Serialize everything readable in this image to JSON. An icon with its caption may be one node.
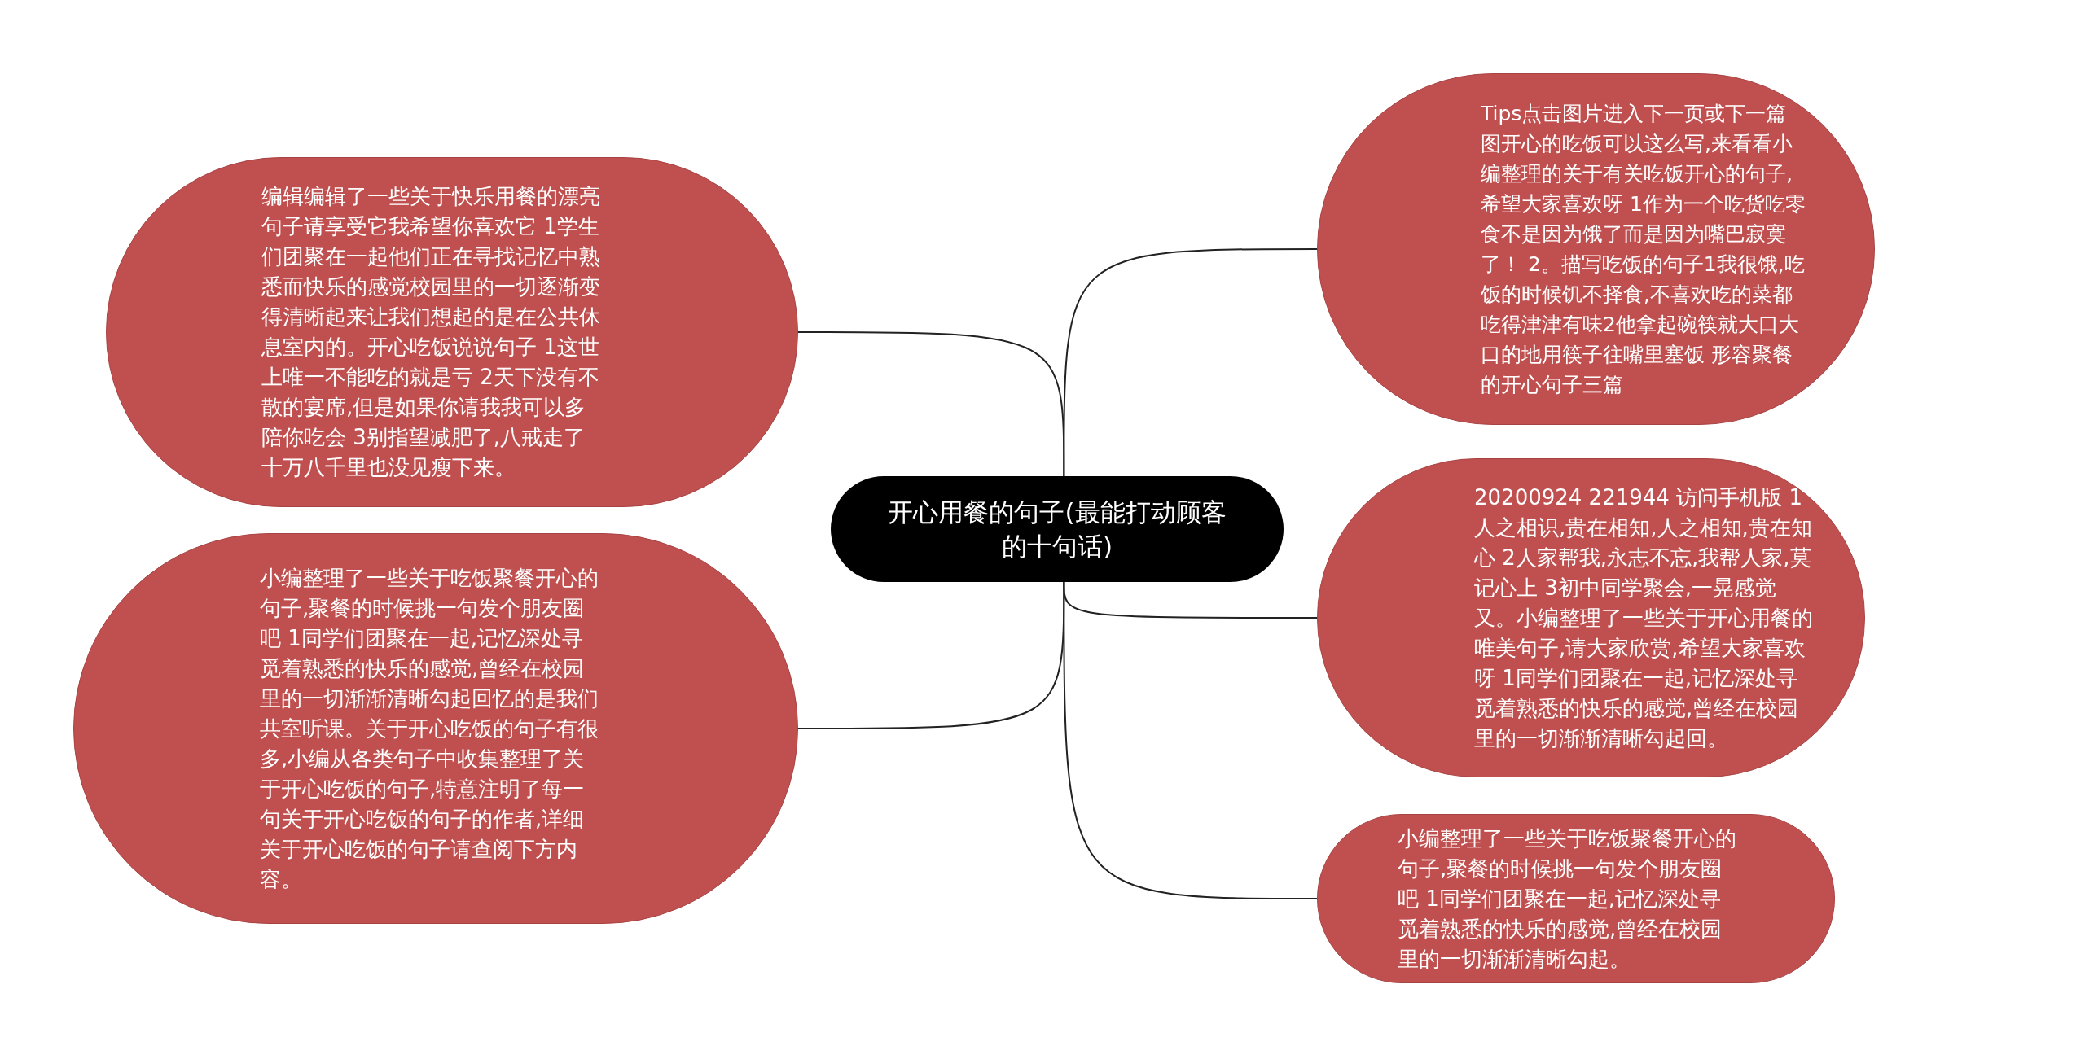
{
  "diagram": {
    "nodes": [
      {
        "text": [
          "开心用餐的句子(最能打动顾客的十句话)"
        ]
      },
      {
        "text": [
          "Tips点击图片进入下一页或下一篇图开心的吃饭可以这么写,来看看小编整理的关于有关吃饭开心的句子,希望大家喜欢呀 1作为一个吃货吃零食不是因为饿了而是因为嘴巴寂寞了！ 2。描写吃饭的句子1我很饿,吃饭的时候饥不择食,不喜欢吃的菜都吃得津津有味2他拿起碗筷就大口大口的地用筷子往嘴里塞饭 形容聚餐的开心句子三篇"
        ]
      },
      {
        "text": [
          "20200924 221944 访问手机版  1人之相识,贵在相知,人之相知,贵在知心 2人家帮我,永志不忘,我帮人家,莫记心上 3初中同学聚会,一晃感觉又。小编整理了一些关于开心用餐的唯美句子,请大家欣赏,希望大家喜欢呀 1同学们团聚在一起,记忆深处寻觅着熟悉的快乐的感觉,曾经在校园里的一切渐渐清晰勾起回。"
        ]
      },
      {
        "text": [
          "小编整理了一些关于吃饭聚餐开心的句子,聚餐的时候挑一句发个朋友圈吧 1同学们团聚在一起,记忆深处寻觅着熟悉的快乐的感觉,曾经在校园里的一切渐渐清晰勾起。"
        ]
      },
      {
        "text": [
          "编辑编辑了一些关于快乐用餐的漂亮句子请享受它我希望你喜欢它 1学生们团聚在一起他们正在寻找记忆中熟悉而快乐的感觉校园里的一切逐渐变得清晰起来让我们想起的是在公共休息室内的。开心吃饭说说句子 1这世上唯一不能吃的就是亏 2天下没有不散的宴席,但是如果你请我我可以多陪你吃会 3别指望减肥了,八戒走了十万八千里也没见瘦下来。"
        ]
      },
      {
        "text": [
          "小编整理了一些关于吃饭聚餐开心的句子,聚餐的时候挑一句发个朋友圈吧 1同学们团聚在一起,记忆深处寻觅着熟悉的快乐的感觉,曾经在校园里的一切渐渐清晰勾起回忆的是我们共室听课。关于开心吃饭的句子有很多,小编从各类句子中收集整理了关于开心吃饭的句子,特意注明了每一句关于开心吃饭的句子的作者,详细关于开心吃饭的句子请查阅下方内容。"
        ]
      }
    ],
    "edges": [
      {
        "from": 0,
        "to": 1,
        "arrow": "none"
      },
      {
        "from": 0,
        "to": 2,
        "arrow": "none"
      },
      {
        "from": 0,
        "to": 3,
        "arrow": "none"
      },
      {
        "from": 0,
        "to": 4,
        "arrow": "none"
      },
      {
        "from": 0,
        "to": 5,
        "arrow": "none"
      }
    ]
  }
}
